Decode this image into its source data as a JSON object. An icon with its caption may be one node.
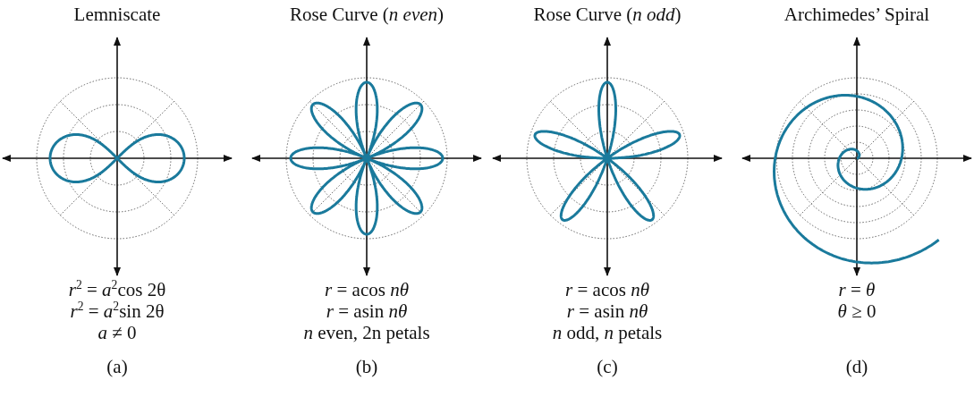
{
  "diagram": {
    "labels": [
      "Lemniscate",
      "Rose Curve (*n even*)",
      "Rose Curve (*n odd*)",
      "Archimedes’ Spiral",
      "*r*$^{2}$ = *a*$^{2}$cos 2θ",
      "*r*$^{2}$ = *a*$^{2}$sin 2θ",
      "*a* ≠ 0",
      "*r* = acos *nθ*",
      "*r* = asin *nθ*",
      "*n* even, 2n petals",
      "*r* = acos *nθ*",
      "*r* = asin *nθ*",
      "*n* odd, *n* petals",
      "*r* = *θ*",
      "*θ* ≥ 0",
      "(a)",
      "(b)",
      "(c)",
      "(d)"
    ]
  }
}
